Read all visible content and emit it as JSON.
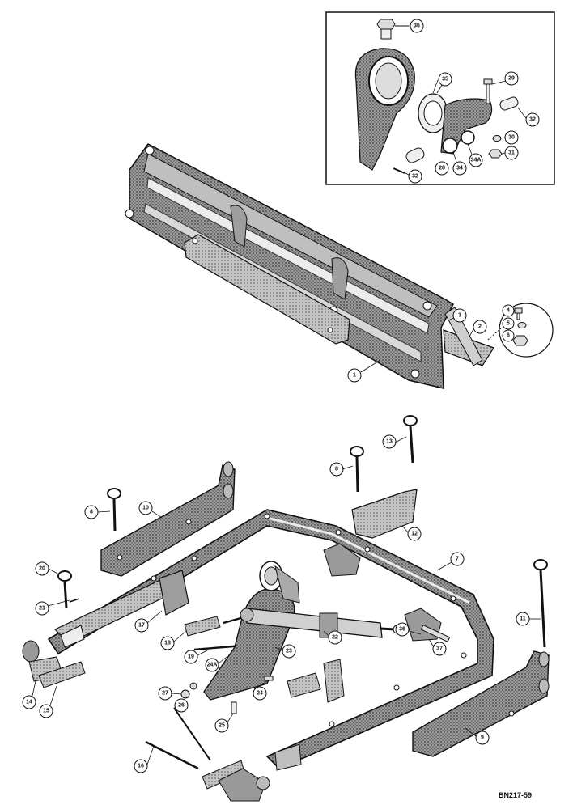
{
  "drawing_code": "BN217-59",
  "callouts": {
    "c1": "1",
    "c2": "2",
    "c3": "3",
    "c4": "4",
    "c5": "5",
    "c6": "6",
    "c7": "7",
    "c8a": "8",
    "c8b": "8",
    "c9": "9",
    "c10": "10",
    "c11": "11",
    "c12": "12",
    "c13": "13",
    "c14": "14",
    "c15": "15",
    "c16": "16",
    "c17": "17",
    "c18": "18",
    "c19": "19",
    "c20": "20",
    "c21": "21",
    "c22": "22",
    "c23": "23",
    "c24": "24",
    "c24a": "24A",
    "c25": "25",
    "c26": "26",
    "c27": "27",
    "c28a": "28",
    "c28b": "28",
    "c29": "29",
    "c30": "30",
    "c31": "31",
    "c32a": "32",
    "c32b": "32",
    "c34": "34",
    "c34a": "34A",
    "c35": "35",
    "c36a": "36",
    "c36b": "36",
    "c37": "37"
  },
  "colors": {
    "ink": "#1a1a1a",
    "stipple": "#6e6e6e",
    "paper": "#ffffff"
  }
}
